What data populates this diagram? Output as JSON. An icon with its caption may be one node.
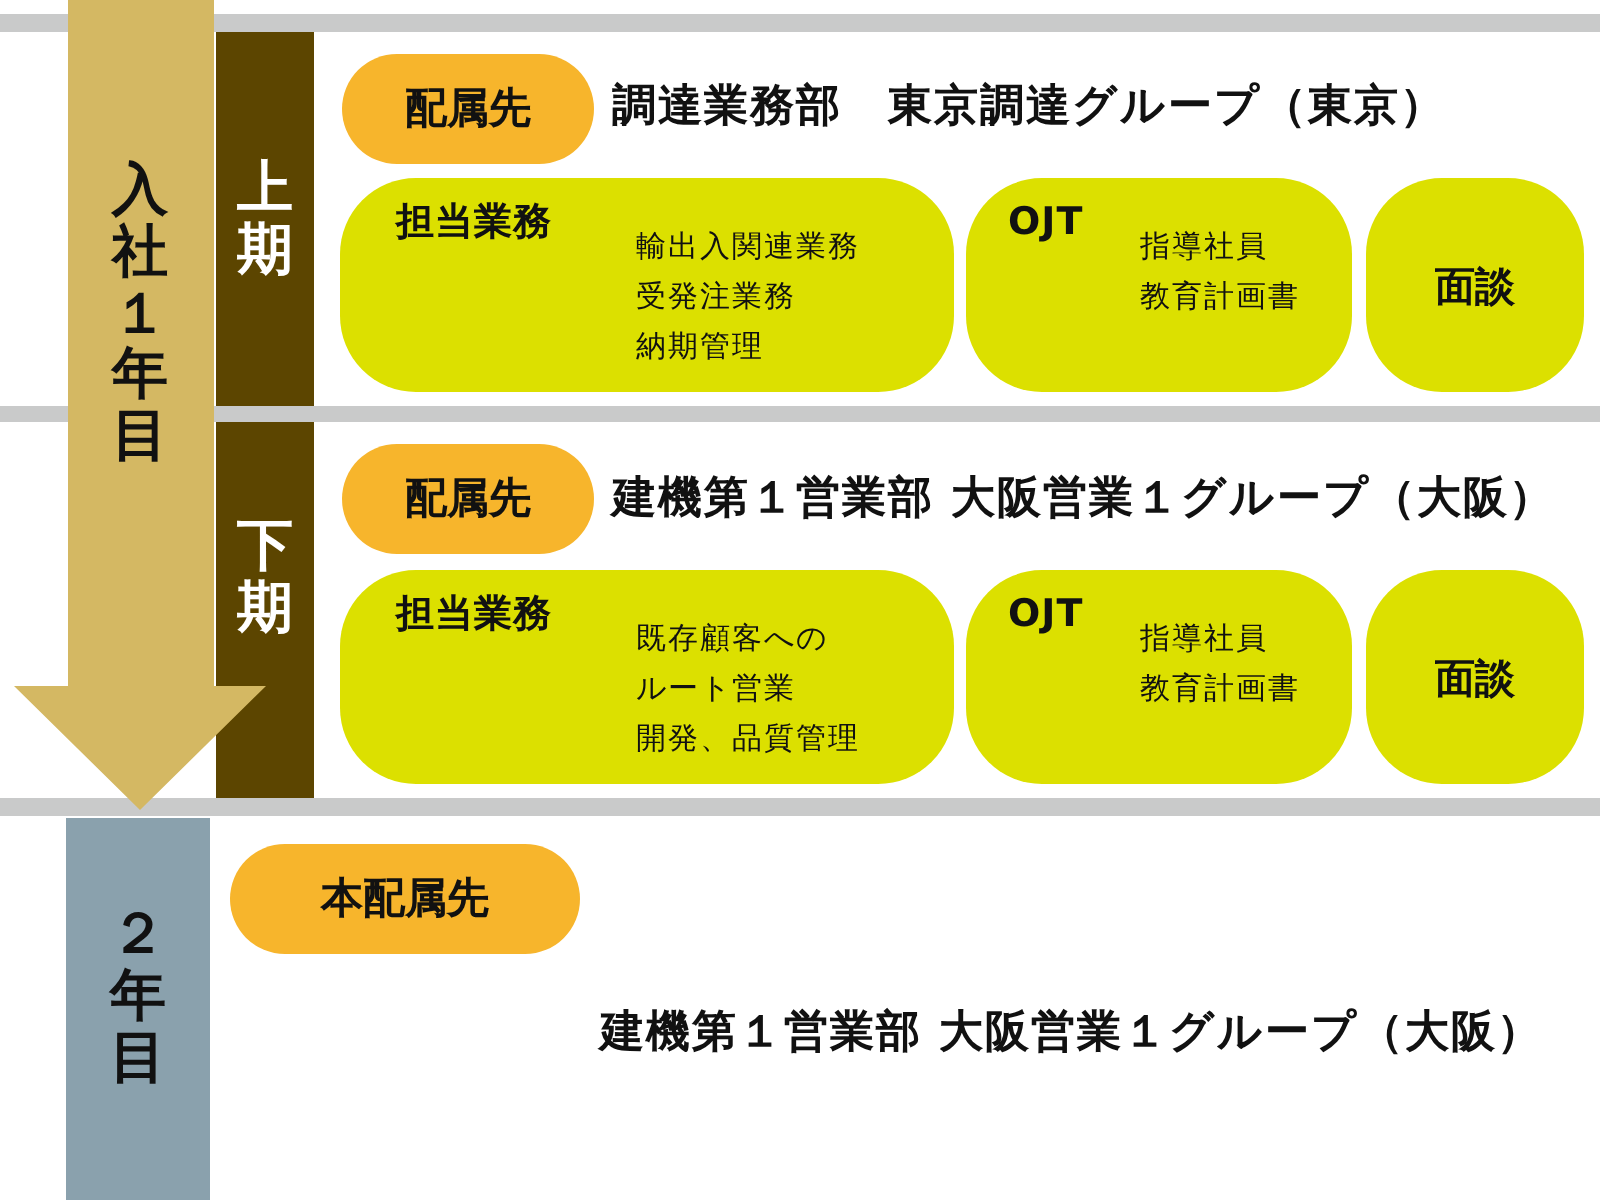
{
  "diagram": {
    "nodes": [
      {
        "text": [
          "入社１年目"
        ]
      },
      {
        "text": [
          "上期"
        ]
      },
      {
        "text": [
          "配属先"
        ],
        "beside": [
          "調達業務部　東京調達グループ（東京）"
        ]
      },
      {
        "text": [
          "担当業務",
          "輸出入関連業務",
          "受発注業務",
          "納期管理"
        ]
      },
      {
        "text": [
          "OJT",
          "指導社員",
          "教育計画書"
        ]
      },
      {
        "text": [
          "面談"
        ]
      },
      {
        "text": [
          "下期"
        ]
      },
      {
        "text": [
          "配属先"
        ],
        "beside": [
          "建機第１営業部 大阪営業１グループ（大阪）"
        ]
      },
      {
        "text": [
          "担当業務",
          "既存顧客へのルート営業",
          "開発、品質管理"
        ]
      },
      {
        "text": [
          "OJT",
          "指導社員",
          "教育計画書"
        ]
      },
      {
        "text": [
          "面談"
        ]
      },
      {
        "text": [
          "２年目"
        ]
      },
      {
        "text": [
          "本配属先"
        ],
        "beside": [
          "建機第１営業部 大阪営業１グループ（大阪）"
        ]
      }
    ]
  }
}
